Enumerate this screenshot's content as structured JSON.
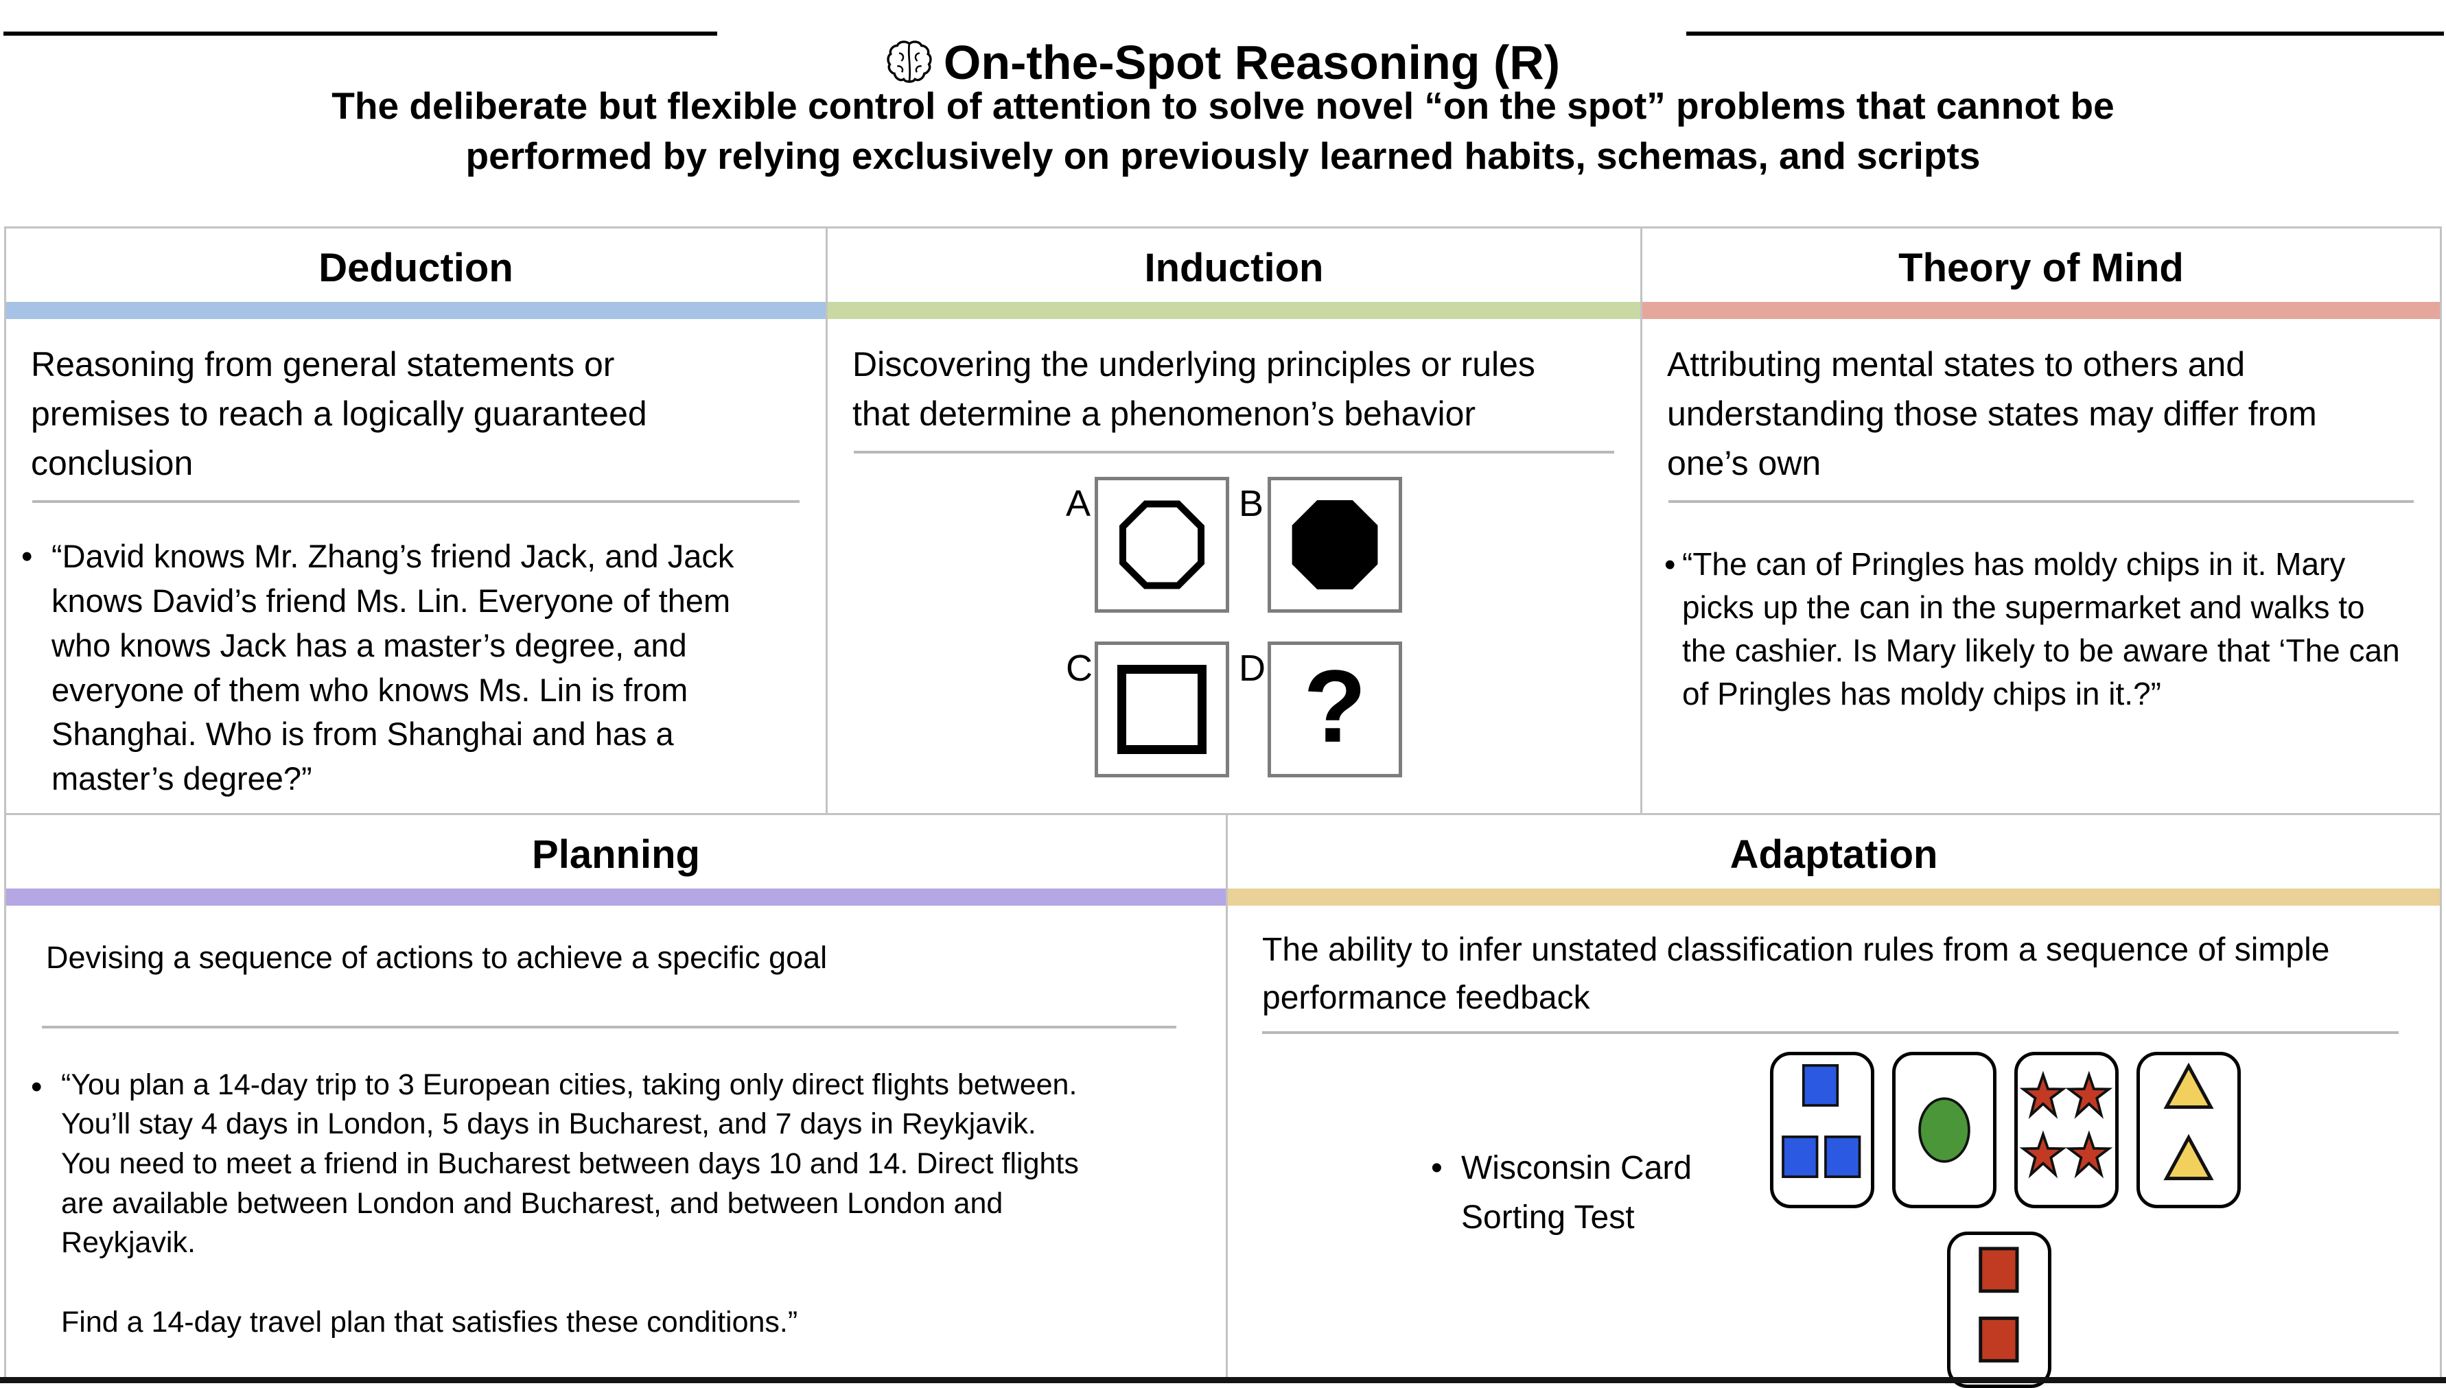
{
  "header": {
    "title": "On-the-Spot Reasoning (R)",
    "subtitle_line1": "The deliberate but flexible control of attention to solve novel “on the spot” problems that cannot be",
    "subtitle_line2": "performed by relying exclusively on previously learned habits, schemas, and scripts"
  },
  "bullet_marker": "•",
  "cells": {
    "deduction": {
      "title": "Deduction",
      "accent_color": "#a6c3e5",
      "description": "Reasoning from general statements or premises to reach a logically guaranteed conclusion",
      "bullet": "“David knows Mr. Zhang’s friend Jack, and Jack knows David’s friend Ms. Lin. Everyone of them who knows Jack has a master’s degree, and everyone of them who knows Ms. Lin is from Shanghai. Who is from Shanghai and has a master’s degree?”"
    },
    "induction": {
      "title": "Induction",
      "accent_color": "#c9d9a4",
      "description": "Discovering the underlying principles or rules that determine a phenomenon’s behavior",
      "figure": {
        "label_a": "A",
        "label_b": "B",
        "label_c": "C",
        "label_d": "D",
        "item_a": "octagon-outline",
        "item_b": "octagon-filled",
        "item_c": "square-outline",
        "item_d": "question-mark",
        "question_mark": "?"
      }
    },
    "theory_of_mind": {
      "title": "Theory of Mind",
      "accent_color": "#e5a79c",
      "description": "Attributing mental states to others and understanding those states may differ from one’s own",
      "bullet": "“The can of Pringles has moldy chips in it. Mary picks up the can in the supermarket and walks to the cashier. Is Mary likely to be aware that ‘The can of Pringles has moldy chips in it.?”"
    },
    "planning": {
      "title": "Planning",
      "accent_color": "#b4a7e4",
      "description": "Devising a sequence of actions to achieve a specific goal",
      "bullet_para1": "“You plan a 14-day trip to 3 European cities, taking only direct flights between. You’ll stay 4 days in London, 5 days in Bucharest, and 7 days in Reykjavik. You need to meet a friend in Bucharest between days 10 and 14. Direct flights are available between London and Bucharest, and between London and Reykjavik.",
      "bullet_para2": "Find a 14-day travel plan that satisfies these conditions.”"
    },
    "adaptation": {
      "title": "Adaptation",
      "accent_color": "#ead197",
      "description": "The ability to infer unstated classification rules from a sequence of simple performance feedback",
      "bullet_line1": "Wisconsin Card",
      "bullet_line2": "Sorting Test",
      "cards": [
        {
          "name": "card-three-blue-squares",
          "shape": "square",
          "count": 3,
          "color": "#2b59e2"
        },
        {
          "name": "card-one-green-oval",
          "shape": "oval",
          "count": 1,
          "color": "#4a9639"
        },
        {
          "name": "card-four-red-stars",
          "shape": "star",
          "count": 4,
          "color": "#c23a23"
        },
        {
          "name": "card-two-yellow-triangles",
          "shape": "triangle",
          "count": 2,
          "color": "#f2d05e"
        }
      ],
      "feedback_card": {
        "name": "card-two-red-squares",
        "shape": "square",
        "count": 2,
        "color": "#c03b21"
      }
    }
  }
}
